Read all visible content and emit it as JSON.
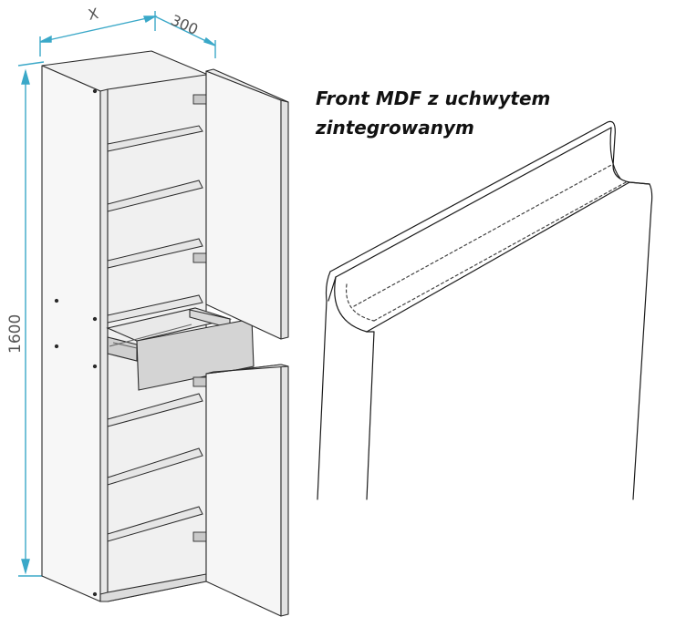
{
  "cabinet": {
    "dim_width": "X",
    "dim_depth": "300",
    "dim_height": "1600"
  },
  "detail": {
    "caption_line1": "Front MDF z uchwytem",
    "caption_line2": "zintegrowanym"
  },
  "colors": {
    "dimension": "#3aa8c8",
    "line": "#2b2b2b",
    "panel_fill": "#f4f4f4",
    "shelf_fill": "#e4e4e4"
  }
}
